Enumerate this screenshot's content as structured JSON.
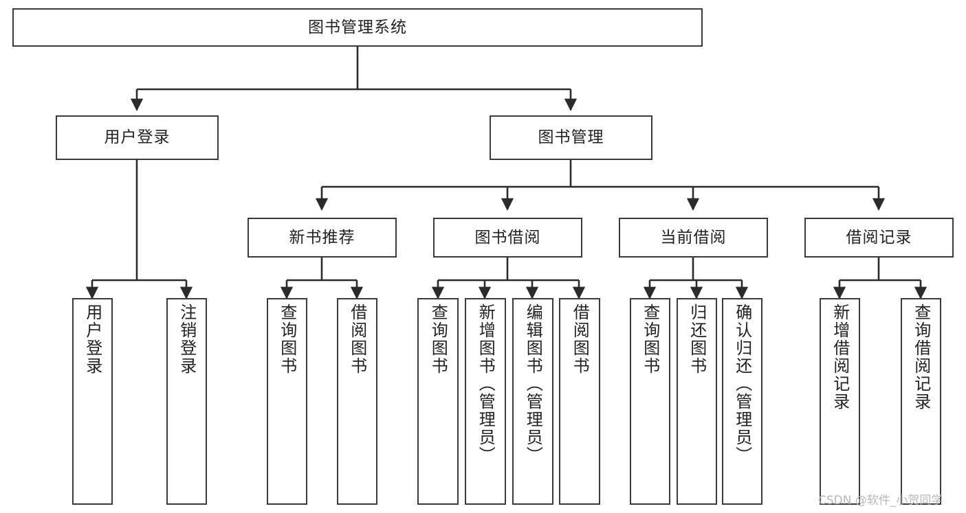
{
  "diagram": {
    "title": "图书管理系统",
    "type": "tree-hierarchy",
    "root": {
      "label": "图书管理系统"
    },
    "level2": [
      {
        "label": "用户登录"
      },
      {
        "label": "图书管理"
      }
    ],
    "level3": [
      {
        "label": "新书推荐"
      },
      {
        "label": "图书借阅"
      },
      {
        "label": "当前借阅"
      },
      {
        "label": "借阅记录"
      }
    ],
    "leaves": {
      "user_login": [
        {
          "label": "用户登录"
        },
        {
          "label": "注销登录"
        }
      ],
      "new_book": [
        {
          "label": "查询图书"
        },
        {
          "label": "借阅图书"
        }
      ],
      "book_borrow": [
        {
          "label": "查询图书"
        },
        {
          "label": "新增图书（管理员）"
        },
        {
          "label": "编辑图书（管理员）"
        },
        {
          "label": "借阅图书"
        }
      ],
      "current_borrow": [
        {
          "label": "查询图书"
        },
        {
          "label": "归还图书"
        },
        {
          "label": "确认归还（管理员）"
        }
      ],
      "borrow_record": [
        {
          "label": "新增借阅记录"
        },
        {
          "label": "查询借阅记录"
        }
      ]
    }
  },
  "watermark": {
    "text": "CSDN @软件_小贺同学"
  },
  "colors": {
    "box_border": "#3a3a3a",
    "box_fill": "#ffffff",
    "connector": "#2b2b2b",
    "text": "#222222",
    "watermark": "#b9b9b9"
  }
}
